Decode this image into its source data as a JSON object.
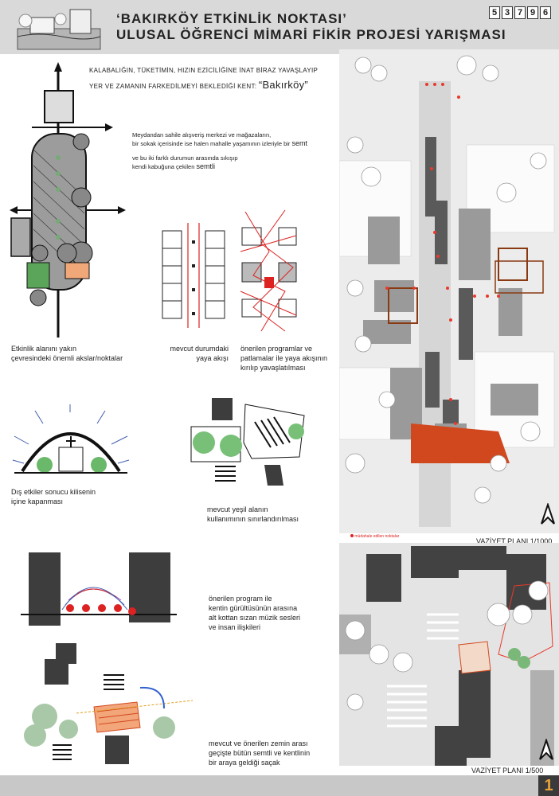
{
  "header": {
    "title_line1": "‘BAKIRKÖY ETKİNLİK NOKTASI’",
    "title_line2": "ULUSAL ÖĞRENCİ MİMARİ FİKİR PROJESİ YARIŞMASI",
    "code": [
      "5",
      "3",
      "7",
      "9",
      "6"
    ]
  },
  "intro": {
    "line1": "KALABALIĞIN, TÜKETİMİN, HIZIN EZİCİLİĞİNE İNAT BİRAZ YAVAŞLAYIP",
    "line2_prefix": "YER VE ZAMANIN FARKEDİLMEYİ BEKLEDİĞİ KENT:",
    "line2_name": "“Bakırköy”"
  },
  "semt_text": {
    "p1_line1": "Meydandan sahile  alışveriş merkezi ve mağazaların,",
    "p1_line2": "bir sokak içerisinde ise halen mahalle yaşamının izleriyle bir",
    "p1_word": "semt",
    "p2_line1": "ve bu iki farklı durumun arasında sıkışıp",
    "p2_line2": "kendi kabuğuna çekilen",
    "p2_word": "semtli"
  },
  "captions": {
    "axes": [
      "Etkinlik alanını  yakın",
      "çevresindeki önemli akslar/noktalar"
    ],
    "flow": [
      "mevcut durumdaki",
      "yaya akışı"
    ],
    "proposal": [
      "önerilen programlar ve",
      "patlamalar ile yaya akışının",
      "kırılıp yavaşlatılması"
    ],
    "church": [
      "Dış etkiler sonucu kilisenin",
      "içine kapanması"
    ],
    "green": [
      "mevcut yeşil alanın",
      "kullanımının sınırlandırılması"
    ],
    "music": [
      "önerilen program ile",
      "kentin gürültüsünün arasına",
      "alt kottan sızan müzik sesleri",
      "ve insan ilişkileri"
    ],
    "eaves": [
      "mevcut ve önerilen zemin arası",
      "geçişte bütün semtli ve kentlinin",
      "bir araya geldiği saçak"
    ]
  },
  "maps": {
    "plan1_label": "VAZİYET PLANI 1/1000",
    "plan2_label": "VAZİYET PLANI 1/500",
    "legend": "müdahale edilen noktalar"
  },
  "footer": {
    "page": "1"
  },
  "colors": {
    "accent": "#d2481e",
    "header_bg": "#d9d9d9",
    "dark_block": "#4a4a4a",
    "page_num": "#e6a33a"
  }
}
